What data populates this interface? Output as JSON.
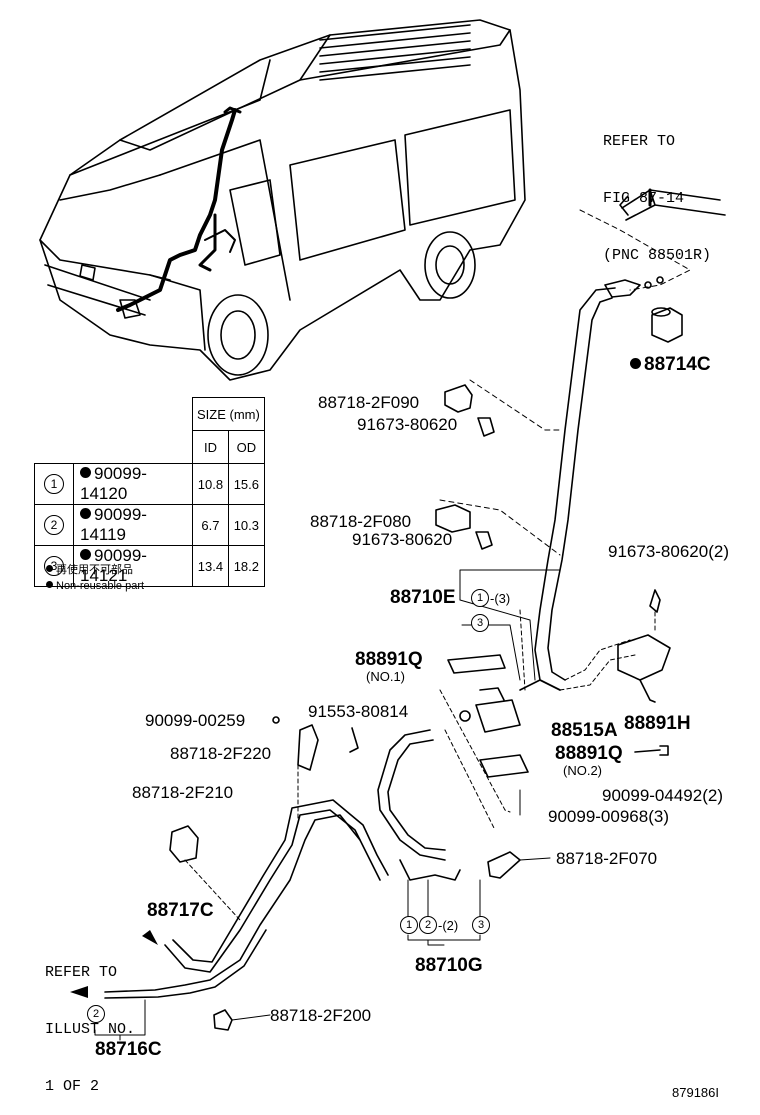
{
  "reference_top": [
    "REFER TO",
    "FIG 87-14",
    "(PNC 88501R)"
  ],
  "reference_left": [
    "REFER TO",
    "ILLUST NO.",
    "1 OF 2"
  ],
  "table": {
    "header_size": "SIZE (mm)",
    "header_id": "ID",
    "header_od": "OD",
    "rows": [
      {
        "ref": "1",
        "part": "90099-14120",
        "id": "10.8",
        "od": "15.6"
      },
      {
        "ref": "2",
        "part": "90099-14119",
        "id": "6.7",
        "od": "10.3"
      },
      {
        "ref": "3",
        "part": "90099-14121",
        "id": "13.4",
        "od": "18.2"
      }
    ]
  },
  "legend": [
    "再使用不可部品",
    "Non-reusable part"
  ],
  "labels": {
    "p88714c": "88714C",
    "p88718_2f090": "88718-2F090",
    "p91673_80620_a": "91673-80620",
    "p88718_2f080": "88718-2F080",
    "p91673_80620_b": "91673-80620",
    "p91673_80620_2": "91673-80620(2)",
    "p88710e": "88710E",
    "p88891q_1": "88891Q",
    "no1": "(NO.1)",
    "p90099_00259": "90099-00259",
    "p91553_80814": "91553-80814",
    "p88515a": "88515A",
    "p88891h": "88891H",
    "p88718_2f220": "88718-2F220",
    "p88891q_2": "88891Q",
    "no2": "(NO.2)",
    "p90099_04492": "90099-04492(2)",
    "p88718_2f210": "88718-2F210",
    "p90099_00968": "90099-00968(3)",
    "p88718_2f070": "88718-2F070",
    "p88717c": "88717C",
    "p88710g": "88710G",
    "p88718_2f200": "88718-2F200",
    "p88716c": "88716C",
    "illus_id": "879186I"
  },
  "callouts": {
    "e1": "1",
    "e1_note": "-(3)",
    "e3": "3",
    "g1": "1",
    "g2": "2",
    "g2_note": "-(2)",
    "g3": "3",
    "c2": "2"
  }
}
